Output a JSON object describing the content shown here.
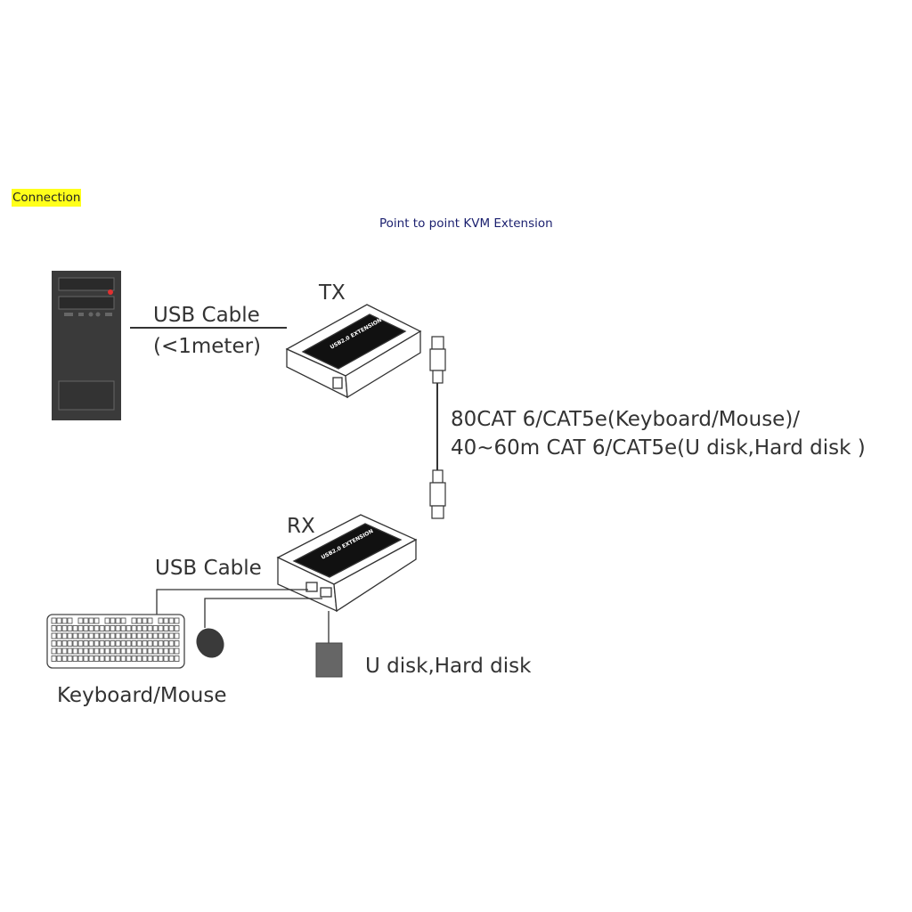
{
  "section_label": "Connection",
  "diagram": {
    "title": "Point to point KVM Extension",
    "tx_label": "TX",
    "rx_label": "RX",
    "device_label": "USB2.0 EXTENSION",
    "tx_cable": {
      "label": "USB Cable",
      "length": "(<1meter)"
    },
    "link_line1": "80CAT 6/CAT5e(Keyboard/Mouse)/",
    "link_line2": "40~60m CAT 6/CAT5e(U disk,Hard disk )",
    "rx_cable": {
      "label": "USB Cable"
    },
    "peripherals_label": "Keyboard/Mouse",
    "storage_label": "U disk,Hard disk"
  },
  "colors": {
    "highlight": "#ffff1a",
    "title": "#1a1f6e",
    "pc": "#3a3a3a",
    "led": "#e03030"
  }
}
